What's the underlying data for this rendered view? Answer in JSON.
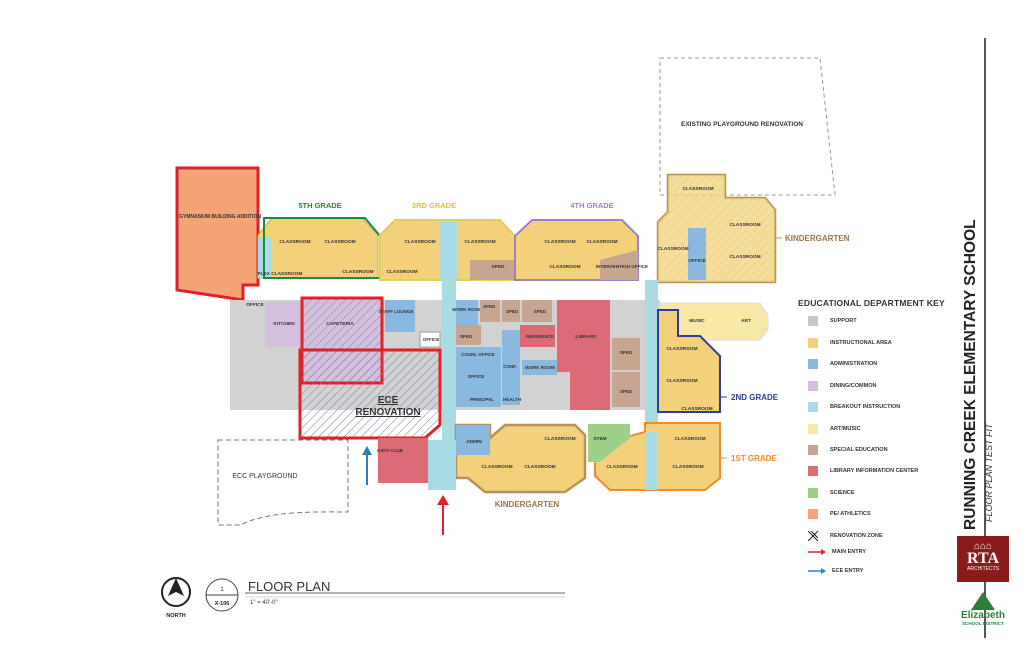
{
  "school_title": "RUNNING CREEK ELEMENTARY SCHOOL",
  "subtitle": "FLOOR PLAN TEST FIT",
  "plan_title": "FLOOR PLAN",
  "plan_scale": "1\" = 40'-0\"",
  "detail_number": "1",
  "sheet_number": "X-106",
  "north_label": "NORTH",
  "key": {
    "title": "EDUCATIONAL DEPARTMENT KEY",
    "items": [
      {
        "label": "SUPPORT",
        "color": "#c8c8c8"
      },
      {
        "label": "INSTRUCTIONAL AREA",
        "color": "#f2d17a"
      },
      {
        "label": "ADMINISTRATION",
        "color": "#8ab8de"
      },
      {
        "label": "DINING/COMMON",
        "color": "#d2c0dc"
      },
      {
        "label": "BREAKOUT INSTRUCTION",
        "color": "#a8dbe3"
      },
      {
        "label": "ART/MUSIC",
        "color": "#f7e8a8"
      },
      {
        "label": "SPECIAL EDUCATION",
        "color": "#c7a590"
      },
      {
        "label": "LIBRARY INFORMATION CENTER",
        "color": "#dd6b75"
      },
      {
        "label": "SCIENCE",
        "color": "#9fd08a"
      },
      {
        "label": "PE/ ATHLETICS",
        "color": "#f4a476"
      },
      {
        "label": "RENOVATION ZONE",
        "color": ""
      },
      {
        "label": "MAIN ENTRY",
        "color": "#e0202a"
      },
      {
        "label": "ECE ENTRY",
        "color": "#2a7fc4"
      }
    ]
  },
  "zone_labels": {
    "grade5": "5TH GRADE",
    "grade3": "3RD GRADE",
    "grade4": "4TH GRADE",
    "kindergarten_top": "KINDERGARTEN",
    "grade2": "2ND GRADE",
    "grade1": "1ST GRADE",
    "kindergarten_bottom": "KINDERGARTEN",
    "ece_line1": "ECE",
    "ece_line2": "RENOVATION",
    "ecc_playground": "ECC PLAYGROUND",
    "existing_playground": "EXISTING PLAYGROUND RENOVATION"
  },
  "rooms": {
    "gym": "GYMNASIUM BUILDING ADDITION",
    "classroom": "CLASSROOM",
    "flex": "FLEX CLASSROOM",
    "sped": "SPED",
    "intervention": "INTERVENTION OFFICE",
    "office": "OFFICE",
    "kitchen": "KITCHEN",
    "cafeteria": "CAFETERIA",
    "staff_lounge": "STAFF LOUNGE",
    "work_room": "WORK ROOM",
    "counsel_office": "COUNL OFFICE",
    "conf": "CONF.",
    "reference": "REFERENCE",
    "library": "LIBRARY",
    "principal": "PRINCIPAL",
    "health": "HEALTH",
    "music": "MUSIC",
    "art": "ART",
    "kids_club": "KID'S CLUB",
    "admin": "ADMIN",
    "stem": "STEM"
  },
  "logos": {
    "rta": "RTA",
    "rta_sub": "ARCHITECTS",
    "elizabeth": "Elizabeth",
    "elizabeth_sub": "SCHOOL DISTRICT"
  }
}
